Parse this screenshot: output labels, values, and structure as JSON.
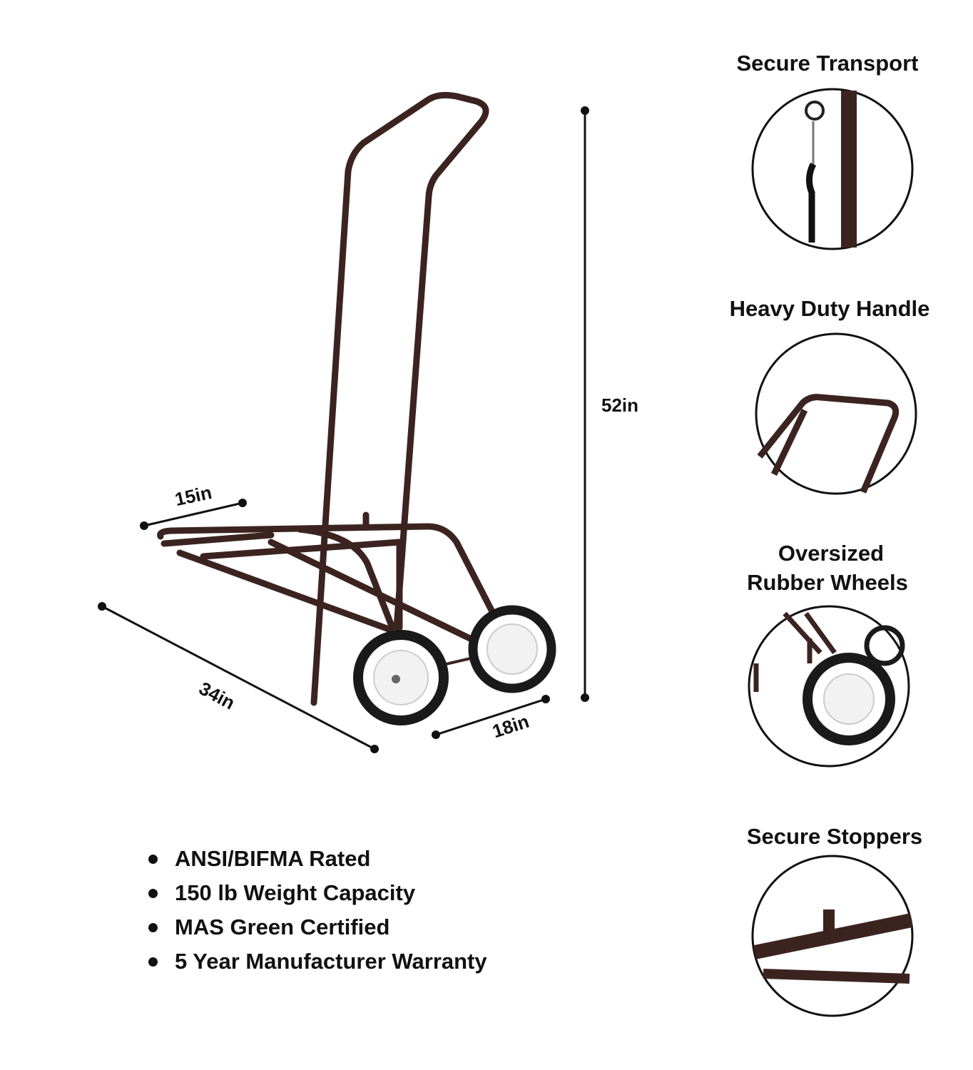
{
  "dimensions": {
    "height": "52in",
    "depth_top": "15in",
    "length": "34in",
    "width": "18in"
  },
  "features": [
    {
      "title": "Secure Transport",
      "icon": "bungee-cord-hook"
    },
    {
      "title": "Heavy Duty Handle",
      "icon": "cart-handle"
    },
    {
      "title_line1": "Oversized",
      "title_line2": "Rubber Wheels",
      "icon": "rubber-wheel"
    },
    {
      "title": "Secure Stoppers",
      "icon": "frame-stopper"
    }
  ],
  "bullets": [
    "ANSI/BIFMA Rated",
    "150 lb Weight Capacity",
    "MAS Green Certified",
    "5 Year Manufacturer Warranty"
  ],
  "colors": {
    "frame": "#3b2420",
    "tire": "#1a1a1a",
    "hub": "#f2f2f2"
  }
}
